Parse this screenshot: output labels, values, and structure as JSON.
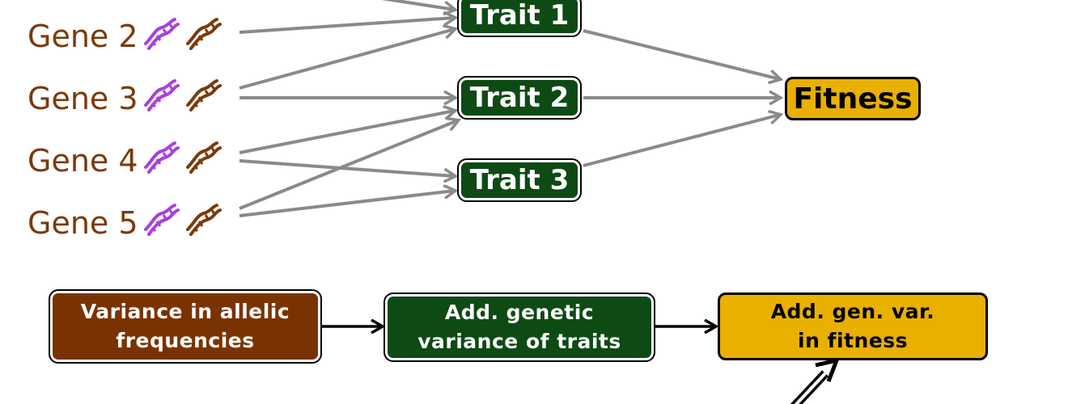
{
  "genes": [
    {
      "label": "Gene 2"
    },
    {
      "label": "Gene 3"
    },
    {
      "label": "Gene 4"
    },
    {
      "label": "Gene 5"
    }
  ],
  "traits": [
    {
      "label": "Trait 1"
    },
    {
      "label": "Trait 2"
    },
    {
      "label": "Trait 3"
    }
  ],
  "fitness": {
    "label": "Fitness"
  },
  "flow": {
    "box1": "Variance in allelic\nfrequencies",
    "box2": "Add. genetic\nvariance of traits",
    "box3": "Add. gen. var.\nin fitness"
  },
  "colors": {
    "gene_text": "#7a3a0c",
    "allele_purple": "#a640e0",
    "allele_brown": "#7a3a0c",
    "trait_green": "#0e4a14",
    "fitness_gold": "#e9b000",
    "arrow_gray": "#8a8a8a"
  },
  "icons": [
    "dna-helix-purple-icon",
    "dna-helix-brown-icon"
  ]
}
